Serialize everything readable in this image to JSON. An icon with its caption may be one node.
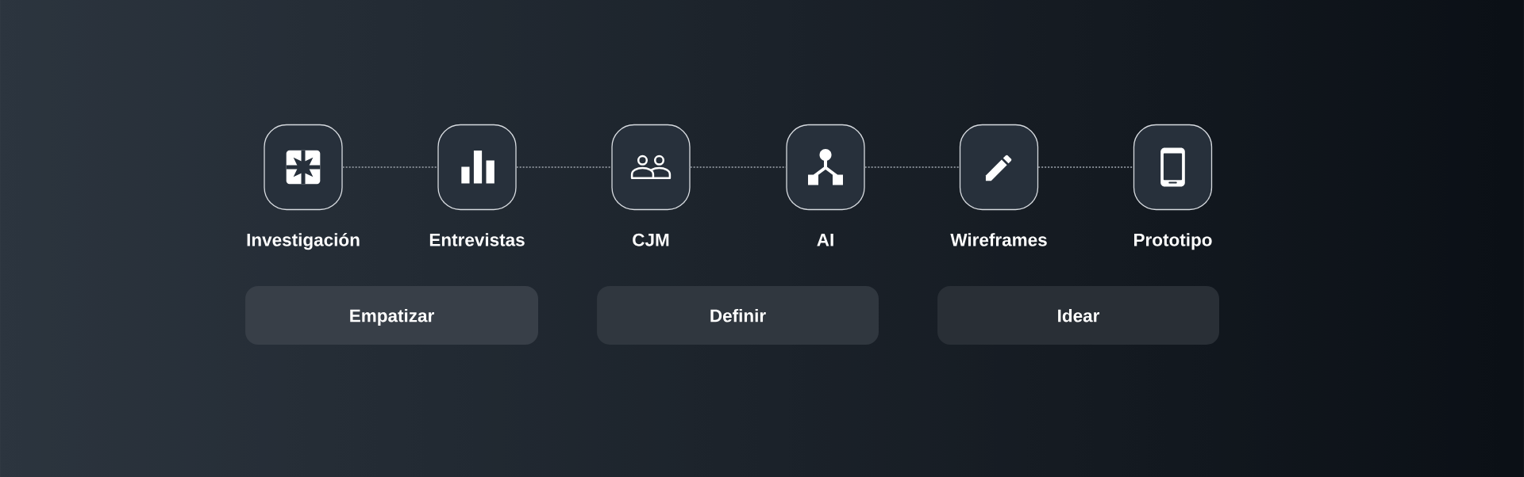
{
  "diagram": {
    "nodes": [
      {
        "text": [
          "Investigación"
        ]
      },
      {
        "text": [
          "Entrevistas"
        ]
      },
      {
        "text": [
          "CJM"
        ]
      },
      {
        "text": [
          "AI"
        ]
      },
      {
        "text": [
          "Wireframes"
        ]
      },
      {
        "text": [
          "Prototipo"
        ]
      },
      {
        "text": [
          "Empatizar"
        ]
      },
      {
        "text": [
          "Definir"
        ]
      },
      {
        "text": [
          "Idear"
        ]
      }
    ],
    "edges": [
      {
        "from": 0,
        "to": 1,
        "arrow": "none",
        "style": "dashed"
      },
      {
        "from": 1,
        "to": 2,
        "arrow": "none",
        "style": "dashed"
      },
      {
        "from": 2,
        "to": 3,
        "arrow": "none",
        "style": "dashed"
      },
      {
        "from": 3,
        "to": 4,
        "arrow": "none",
        "style": "dashed"
      },
      {
        "from": 4,
        "to": 5,
        "arrow": "none",
        "style": "dashed"
      }
    ]
  }
}
